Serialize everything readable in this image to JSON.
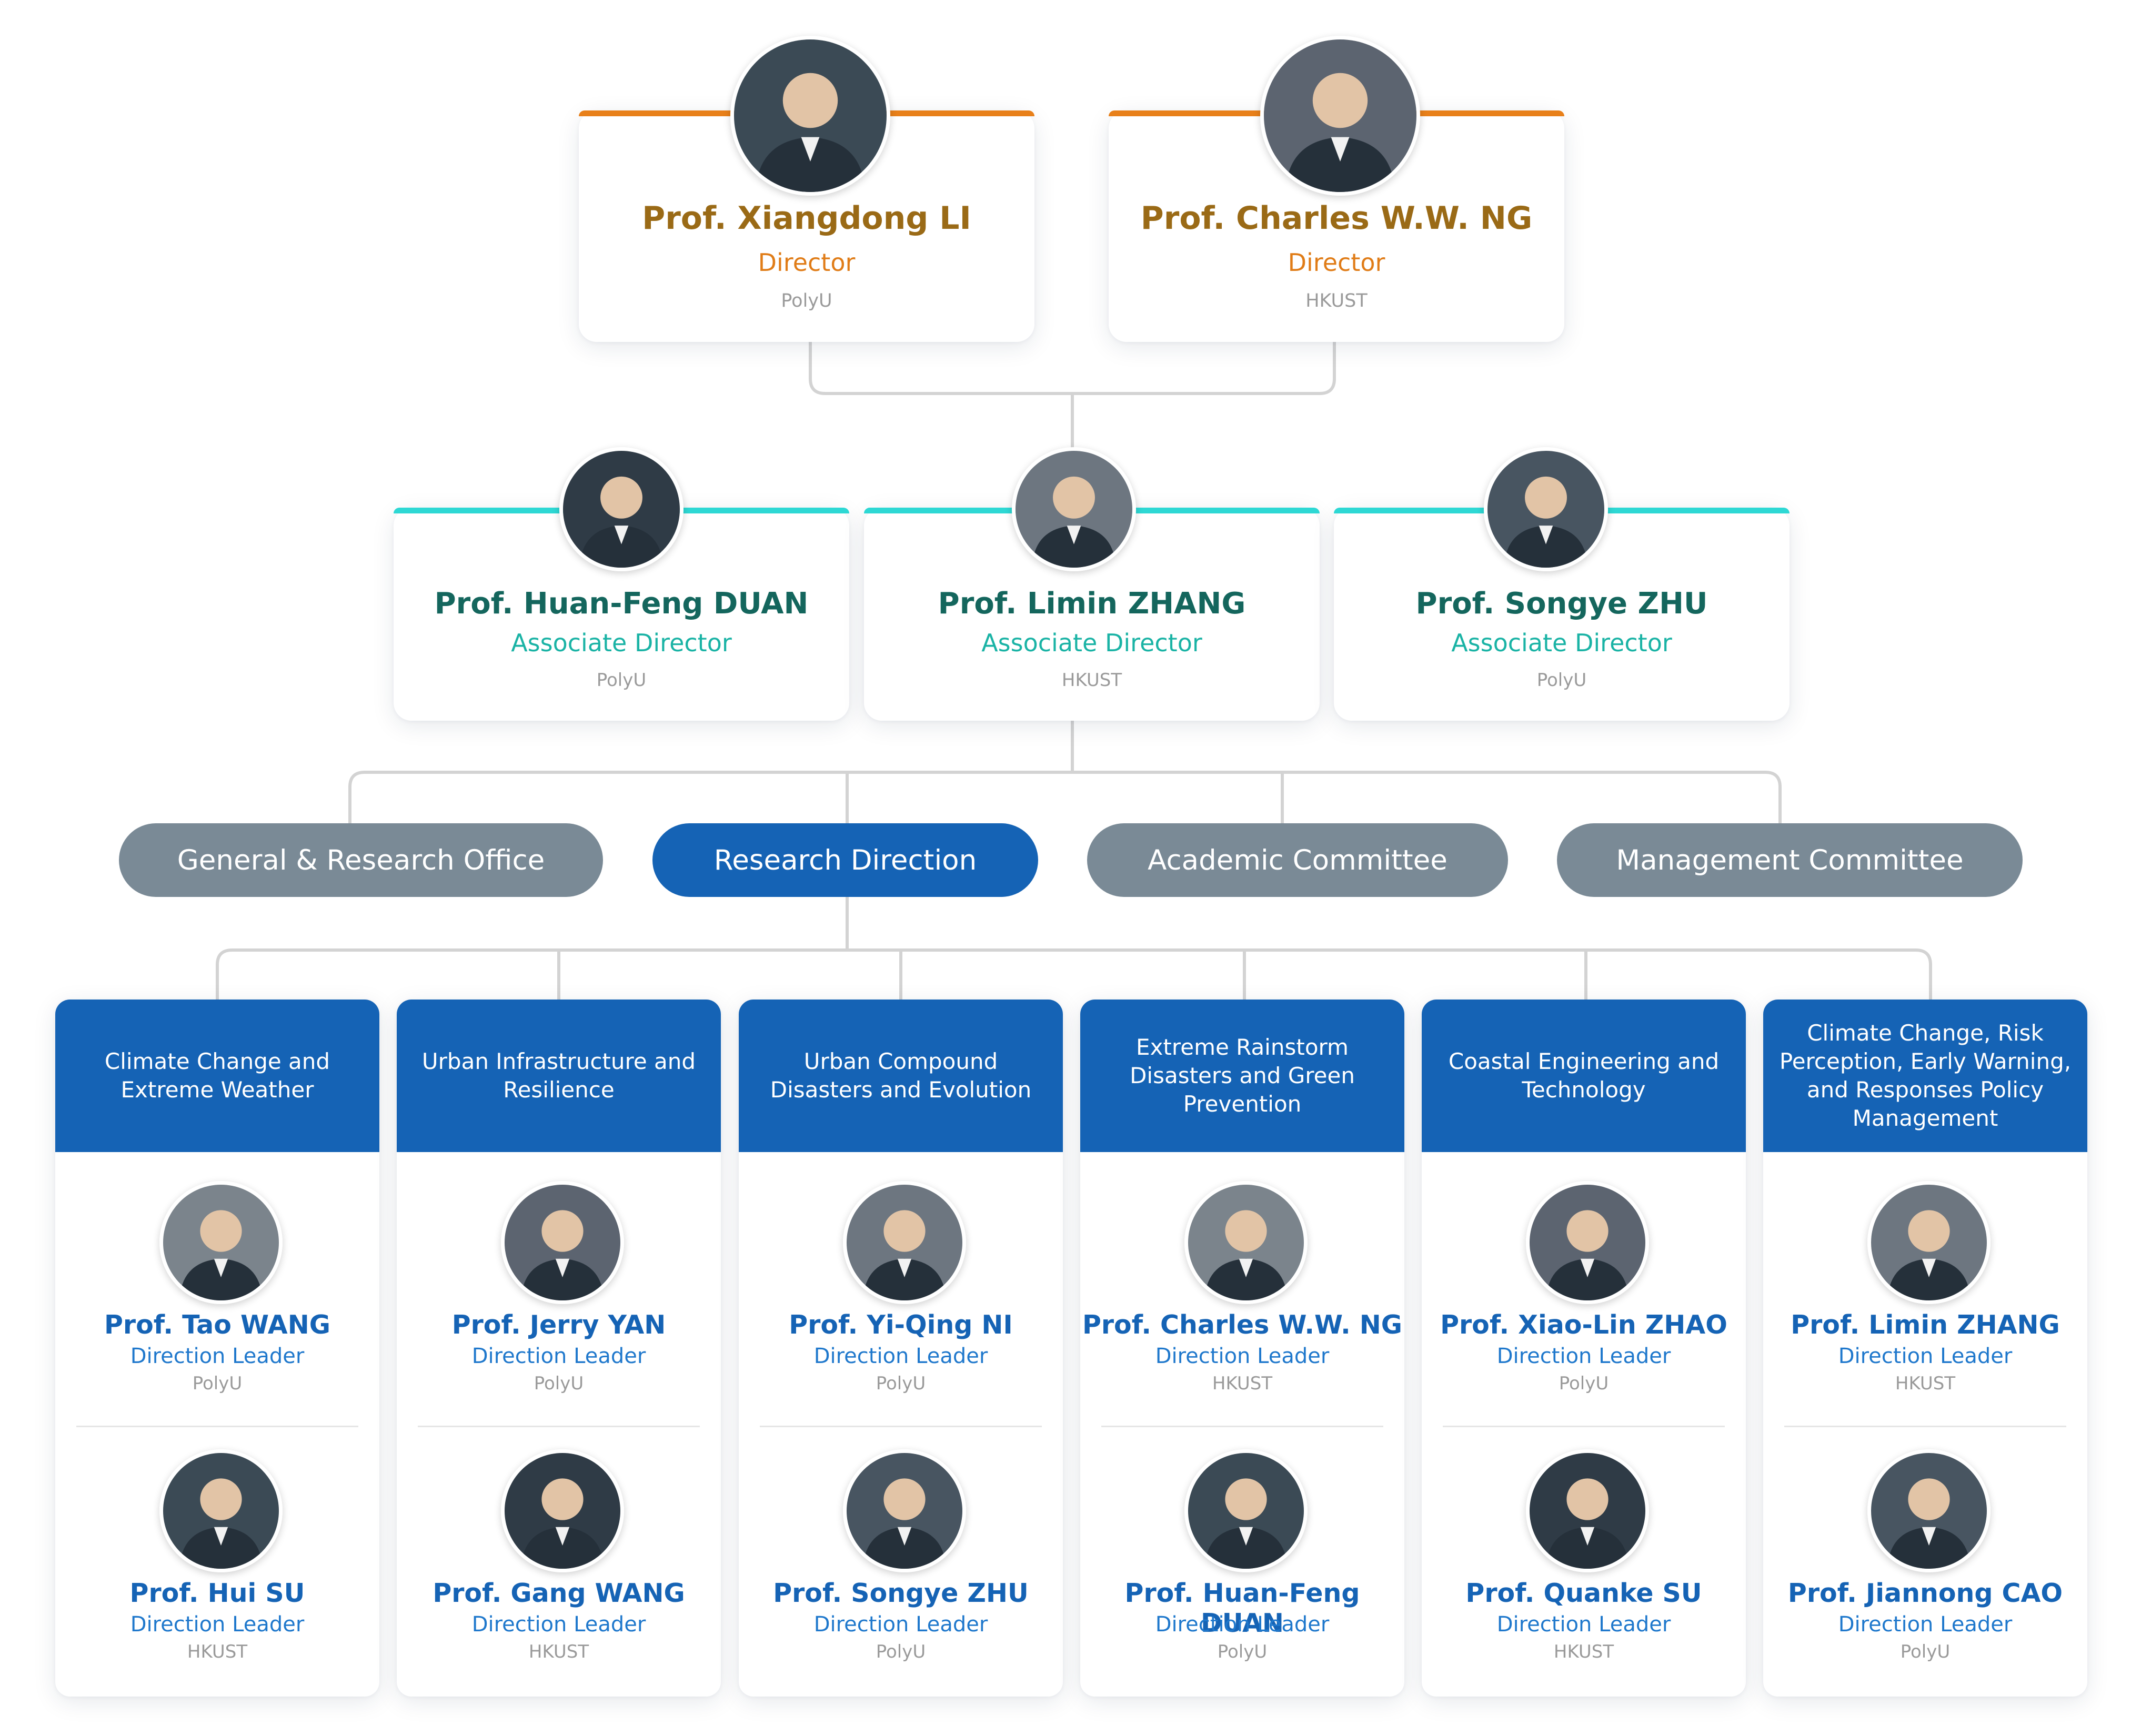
{
  "directors": [
    {
      "name": "Prof. Xiangdong LI",
      "role": "Director",
      "institution": "PolyU"
    },
    {
      "name": "Prof. Charles W.W. NG",
      "role": "Director",
      "institution": "HKUST"
    }
  ],
  "associate_directors": [
    {
      "name": "Prof. Huan-Feng DUAN",
      "role": "Associate Director",
      "institution": "PolyU"
    },
    {
      "name": "Prof. Limin ZHANG",
      "role": "Associate Director",
      "institution": "HKUST"
    },
    {
      "name": "Prof. Songye ZHU",
      "role": "Associate Director",
      "institution": "PolyU"
    }
  ],
  "units": [
    {
      "label": "General & Research Office",
      "highlighted": false
    },
    {
      "label": "Research Direction",
      "highlighted": true
    },
    {
      "label": "Academic Committee",
      "highlighted": false
    },
    {
      "label": "Management Committee",
      "highlighted": false
    }
  ],
  "research_directions": [
    {
      "title": "Climate Change and Extreme Weather",
      "leaders": [
        {
          "name": "Prof. Tao WANG",
          "role": "Direction Leader",
          "institution": "PolyU"
        },
        {
          "name": "Prof. Hui SU",
          "role": "Direction Leader",
          "institution": "HKUST"
        }
      ]
    },
    {
      "title": "Urban Infrastructure and Resilience",
      "leaders": [
        {
          "name": "Prof. Jerry YAN",
          "role": "Direction Leader",
          "institution": "PolyU"
        },
        {
          "name": "Prof. Gang WANG",
          "role": "Direction Leader",
          "institution": "HKUST"
        }
      ]
    },
    {
      "title": "Urban Compound Disasters and Evolution",
      "leaders": [
        {
          "name": "Prof. Yi-Qing NI",
          "role": "Direction Leader",
          "institution": "PolyU"
        },
        {
          "name": "Prof. Songye ZHU",
          "role": "Direction Leader",
          "institution": "PolyU"
        }
      ]
    },
    {
      "title": "Extreme Rainstorm Disasters and Green Prevention",
      "leaders": [
        {
          "name": "Prof. Charles W.W. NG",
          "role": "Direction Leader",
          "institution": "HKUST"
        },
        {
          "name": "Prof. Huan-Feng DUAN",
          "role": "Direction Leader",
          "institution": "PolyU"
        }
      ]
    },
    {
      "title": "Coastal Engineering and Technology",
      "leaders": [
        {
          "name": "Prof. Xiao-Lin ZHAO",
          "role": "Direction Leader",
          "institution": "PolyU"
        },
        {
          "name": "Prof. Quanke SU",
          "role": "Direction Leader",
          "institution": "HKUST"
        }
      ]
    },
    {
      "title": "Climate Change, Risk Perception, Early Warning, and Responses Policy Management",
      "leaders": [
        {
          "name": "Prof. Limin ZHANG",
          "role": "Direction Leader",
          "institution": "HKUST"
        },
        {
          "name": "Prof. Jiannong CAO",
          "role": "Direction Leader",
          "institution": "PolyU"
        }
      ]
    }
  ],
  "colors": {
    "director_accent": "#e8801a",
    "associate_accent": "#2ed8d4",
    "primary_blue": "#1563b5",
    "unit_grey": "#7a8a96",
    "connector": "#d3d3d3"
  }
}
